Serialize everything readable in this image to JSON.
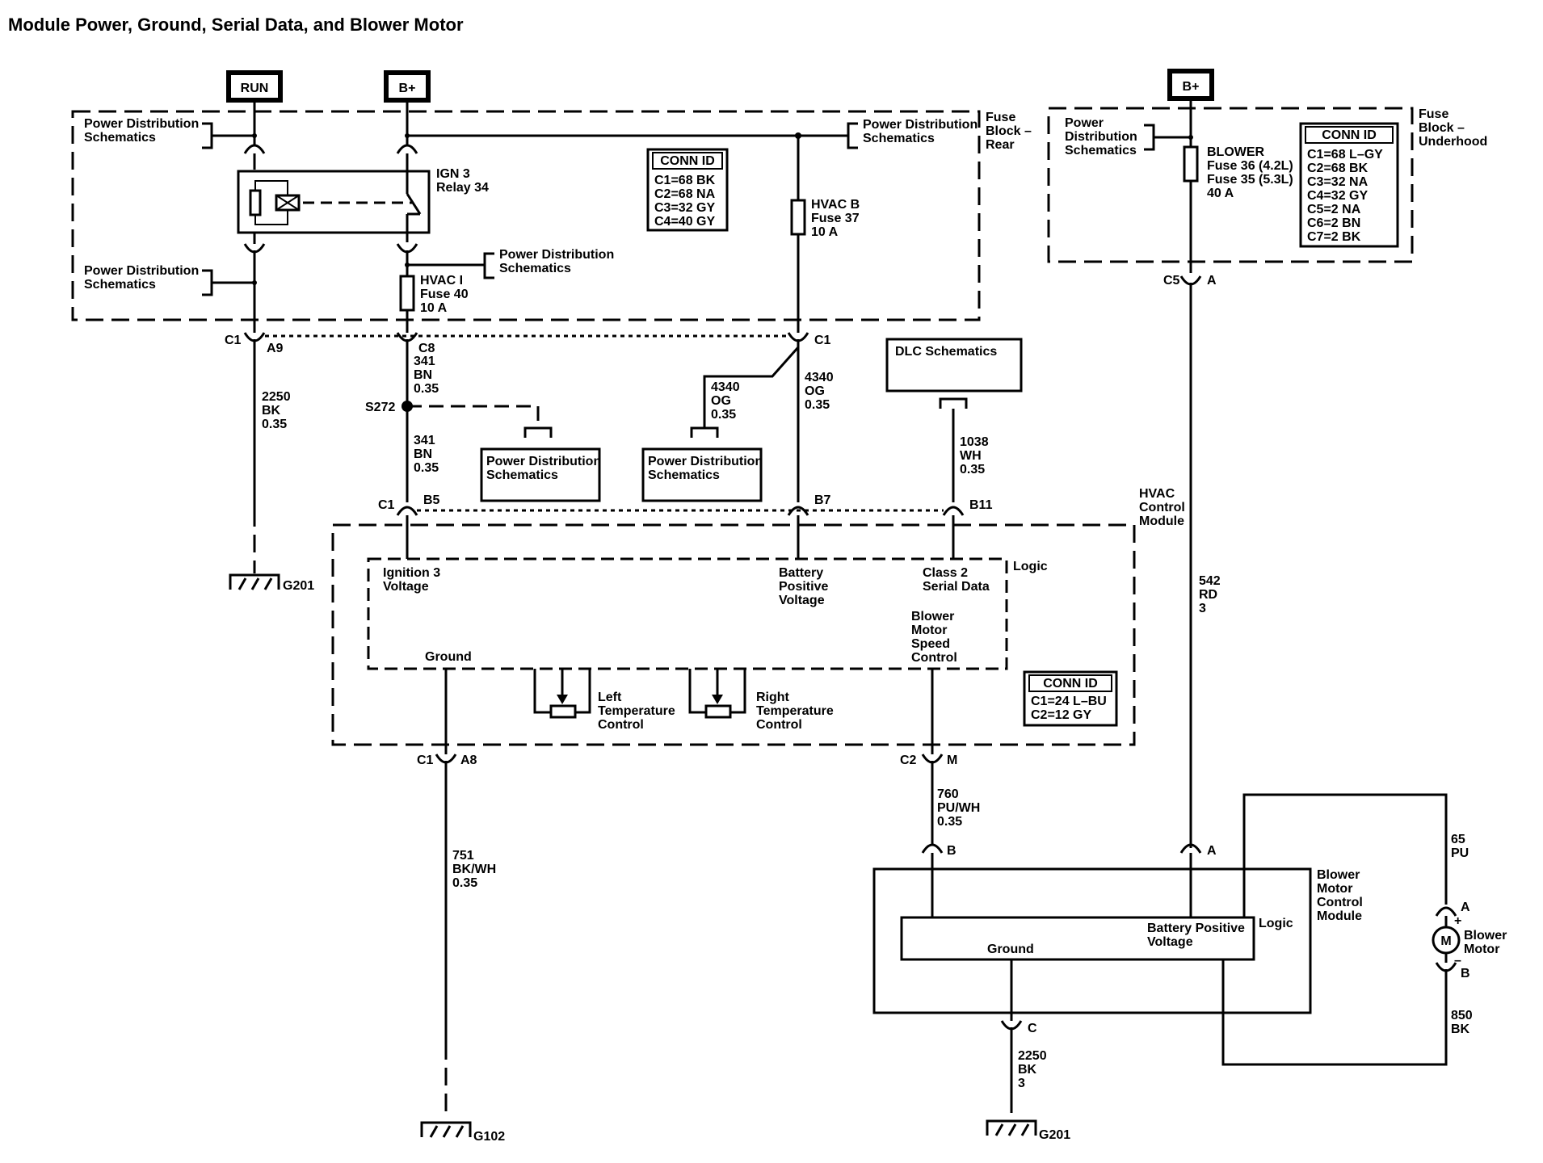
{
  "title": "Module Power, Ground, Serial Data, and Blower Motor",
  "power": {
    "run": "RUN",
    "bplus": "B+"
  },
  "pd": {
    "line1": "Power Distribution",
    "line2": "Schematics",
    "power": "Power",
    "distribution": "Distribution"
  },
  "fuse_block_rear": [
    "Fuse",
    "Block –",
    "Rear"
  ],
  "fuse_block_underhood": [
    "Fuse",
    "Block –",
    "Underhood"
  ],
  "relay": [
    "IGN 3",
    "Relay 34"
  ],
  "fuses": {
    "hvac_i": [
      "HVAC I",
      "Fuse 40",
      "10 A"
    ],
    "hvac_b": [
      "HVAC B",
      "Fuse 37",
      "10 A"
    ],
    "blower": [
      "BLOWER",
      "Fuse 36 (4.2L)",
      "Fuse 35 (5.3L)",
      "40 A"
    ]
  },
  "conn_id": {
    "header": "CONN ID",
    "rear": [
      "C1=68 BK",
      "C2=68 NA",
      "C3=32 GY",
      "C4=40 GY"
    ],
    "underhood": [
      "C1=68 L–GY",
      "C2=68 BK",
      "C3=32 NA",
      "C4=32 GY",
      "C5=2 NA",
      "C6=2 BN",
      "C7=2 BK"
    ],
    "hvac": [
      "C1=24 L–BU",
      "C2=12 GY"
    ]
  },
  "dlc": "DLC Schematics",
  "splice": "S272",
  "connectors": {
    "c1": "C1",
    "c2": "C2",
    "c5": "C5",
    "a9": "A9",
    "c8": "C8",
    "b5": "B5",
    "b7": "B7",
    "b11": "B11",
    "a8": "A8",
    "m": "M",
    "a": "A",
    "b": "B",
    "c": "C"
  },
  "wires": {
    "w2250a": [
      "2250",
      "BK",
      "0.35"
    ],
    "w341a": [
      "341",
      "BN",
      "0.35"
    ],
    "w341b": [
      "341",
      "BN",
      "0.35"
    ],
    "w4340a": [
      "4340",
      "OG",
      "0.35"
    ],
    "w4340b": [
      "4340",
      "OG",
      "0.35"
    ],
    "w1038": [
      "1038",
      "WH",
      "0.35"
    ],
    "w542": [
      "542",
      "RD",
      "3"
    ],
    "w751": [
      "751",
      "BK/WH",
      "0.35"
    ],
    "w760": [
      "760",
      "PU/WH",
      "0.35"
    ],
    "w65": [
      "65",
      "PU"
    ],
    "w850": [
      "850",
      "BK"
    ],
    "w2250b": [
      "2250",
      "BK",
      "3"
    ]
  },
  "grounds": {
    "g201": "G201",
    "g102": "G102"
  },
  "hvac_module": {
    "name": [
      "HVAC",
      "Control",
      "Module"
    ],
    "logic": "Logic",
    "ign3": [
      "Ignition 3",
      "Voltage"
    ],
    "bpv": [
      "Battery",
      "Positive",
      "Voltage"
    ],
    "class2": [
      "Class 2",
      "Serial Data"
    ],
    "bmsc": [
      "Blower",
      "Motor",
      "Speed",
      "Control"
    ],
    "ground": "Ground",
    "left_temp": [
      "Left",
      "Temperature",
      "Control"
    ],
    "right_temp": [
      "Right",
      "Temperature",
      "Control"
    ]
  },
  "bmcm": {
    "name": [
      "Blower",
      "Motor",
      "Control",
      "Module"
    ],
    "logic": "Logic",
    "bpv": [
      "Battery Positive",
      "Voltage"
    ],
    "ground": "Ground"
  },
  "blower_motor": {
    "name": [
      "Blower",
      "Motor"
    ],
    "symbol": "M",
    "plus": "+",
    "minus": "–"
  }
}
